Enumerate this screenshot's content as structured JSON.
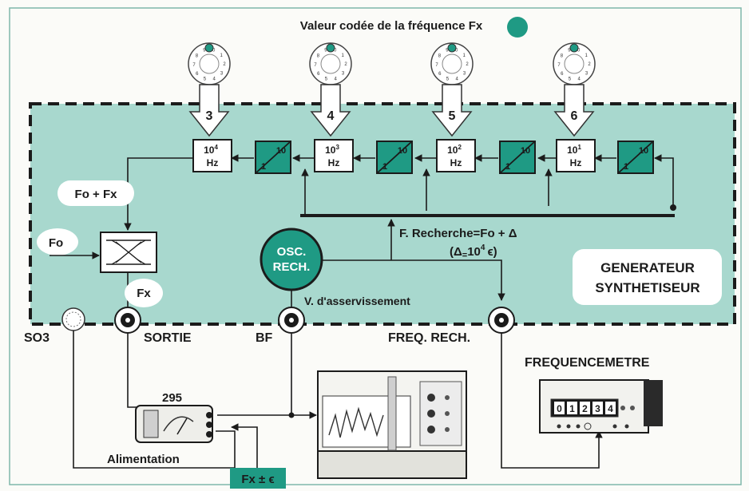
{
  "title": "Valeur codée de la fréquence Fx",
  "dial_numbers": [
    "3",
    "4",
    "5",
    "6"
  ],
  "dial_digits": [
    "0",
    "1",
    "2",
    "3",
    "4",
    "5",
    "6",
    "7",
    "8",
    "9"
  ],
  "hz_blocks": [
    {
      "base": "10",
      "exp": "4",
      "unit": "Hz"
    },
    {
      "base": "10",
      "exp": "3",
      "unit": "Hz"
    },
    {
      "base": "10",
      "exp": "2",
      "unit": "Hz"
    },
    {
      "base": "10",
      "exp": "1",
      "unit": "Hz"
    }
  ],
  "divider": {
    "top": "10",
    "bottom": "1"
  },
  "labels": {
    "fo_fx": "Fo + Fx",
    "fo": "Fo",
    "fx": "Fx",
    "osc_line1": "OSC.",
    "osc_line2": "RECH.",
    "recherche": "F. Recherche=Fo + Δ",
    "delta_a": "(Δ",
    "delta_b": "=",
    "delta_c": "10",
    "delta_exp": "4",
    "delta_d": "ϵ)",
    "gen_line1": "GENERATEUR",
    "gen_line2": "SYNTHETISEUR",
    "asserv": "V. d'asservissement",
    "so3": "SO3",
    "sortie": "SORTIE",
    "bf": "BF",
    "freq_rech": "FREQ. RECH.",
    "frequencemetre": "FREQUENCEMETRE",
    "device_295": "295",
    "alimentation": "Alimentation",
    "fx_eps": "Fx ± ϵ",
    "counter_digits": [
      "0",
      "1",
      "2",
      "3",
      "4"
    ]
  },
  "colors": {
    "panel": "#a8d8ce",
    "teal": "#1f9a84",
    "teal_dark": "#0d7a66",
    "line": "#1b1b1b"
  }
}
